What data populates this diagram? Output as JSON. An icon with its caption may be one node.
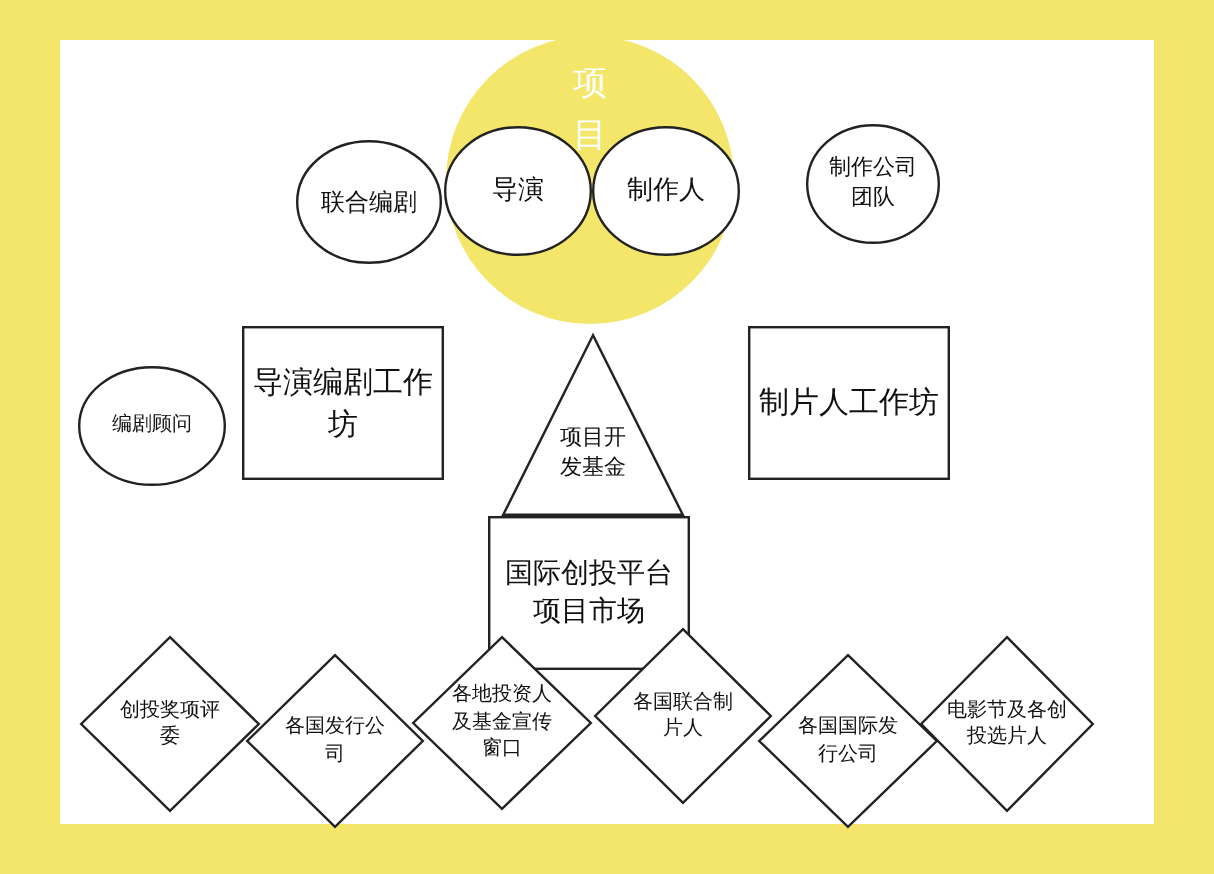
{
  "diagram": {
    "nodes": [
      {
        "text": [
          "项目"
        ]
      },
      {
        "text": [
          "联合编剧"
        ]
      },
      {
        "text": [
          "导演"
        ],
        "in": 0
      },
      {
        "text": [
          "制作人"
        ],
        "in": 0
      },
      {
        "text": [
          "制作公司团队"
        ]
      },
      {
        "text": [
          "编剧顾问"
        ]
      },
      {
        "text": [
          "导演编剧工作坊"
        ]
      },
      {
        "text": [
          "项目开发基金"
        ]
      },
      {
        "text": [
          "制片人工作坊"
        ]
      },
      {
        "text": [
          "国际创投平台项目市场"
        ]
      },
      {
        "text": [
          "创投奖项评委"
        ]
      },
      {
        "text": [
          "各国发行公司"
        ]
      },
      {
        "text": [
          "各地投资人及基金宣传窗口"
        ]
      },
      {
        "text": [
          "各国联合制片人"
        ]
      },
      {
        "text": [
          "各国国际发行公司"
        ]
      },
      {
        "text": [
          "电影节及各创投选片人"
        ]
      }
    ]
  }
}
